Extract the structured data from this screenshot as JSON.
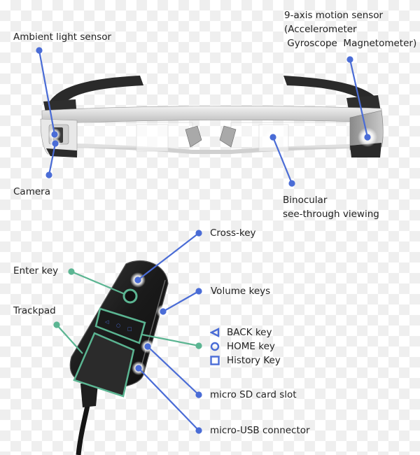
{
  "colors": {
    "callout_blue": "#4a6cd6",
    "callout_green": "#5bb592",
    "frame_silver": "#d9d9d9",
    "frame_dark": "#2b2b2b",
    "controller_body": "#1c1c1c",
    "text": "#222222"
  },
  "glasses": {
    "callouts": {
      "ambient_light_sensor": "Ambient light sensor",
      "camera": "Camera",
      "motion_sensor_line1": "9-axis motion sensor",
      "motion_sensor_line2": "(Accelerometer",
      "motion_sensor_line3": " Gyroscope  Magnetometer)",
      "binocular_line1": "Binocular",
      "binocular_line2": "see-through viewing"
    }
  },
  "controller": {
    "callouts": {
      "cross_key": "Cross-key",
      "enter_key": "Enter key",
      "volume_keys": "Volume keys",
      "trackpad": "Trackpad",
      "micro_sd": "micro SD card slot",
      "micro_usb": "micro-USB connector"
    },
    "key_legend": [
      {
        "icon": "triangle-left-icon",
        "label": "BACK key"
      },
      {
        "icon": "circle-icon",
        "label": "HOME key"
      },
      {
        "icon": "square-icon",
        "label": "History Key"
      }
    ]
  }
}
